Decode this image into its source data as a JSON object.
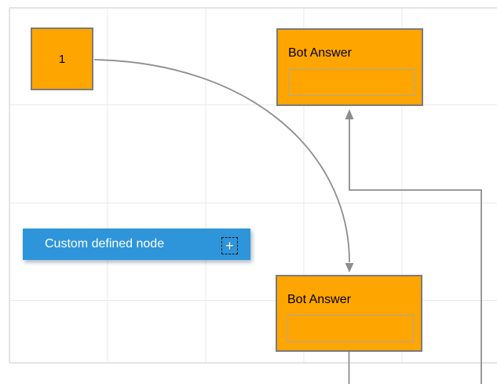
{
  "nodes": {
    "start": {
      "label": "1"
    },
    "bot_answer_top": {
      "title": "Bot Answer",
      "input_value": ""
    },
    "bot_answer_bottom": {
      "title": "Bot Answer",
      "input_value": ""
    },
    "custom": {
      "label": "Custom defined node",
      "add_icon": "+"
    }
  },
  "connectors": {
    "curve": "from node 1 to bottom Bot Answer, arrow down",
    "elbow": "orthogonal line into top Bot Answer, arrow up"
  },
  "colors": {
    "canvas_background": "#FFFFFF",
    "grid_line": "#E9E9E9",
    "canvas_border": "#E4E4E4",
    "node_fill": "#FFA500",
    "node_border": "#7B7B7B",
    "node_text": "#000000",
    "input_border": "#A8A8A8",
    "custom_node_fill": "#2E95DB",
    "custom_node_text": "#FFFFFF",
    "connector": "#8D8D8D"
  }
}
